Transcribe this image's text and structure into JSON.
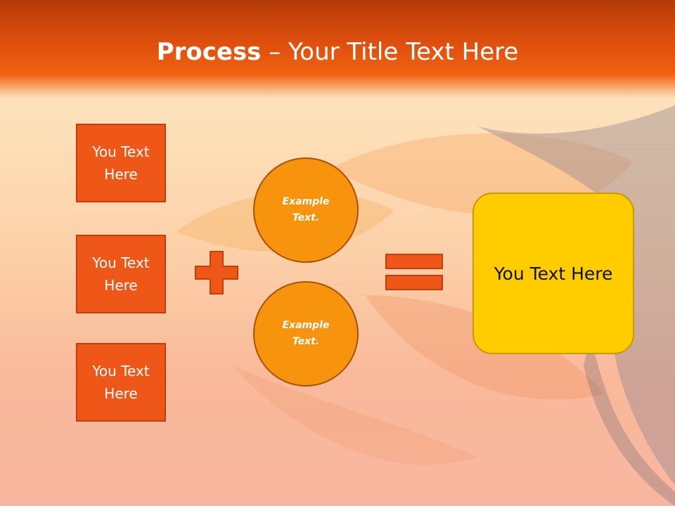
{
  "title": {
    "bold": "Process",
    "rest": " – Your Title Text Here"
  },
  "input_boxes": [
    {
      "text": "You Text Here"
    },
    {
      "text": "You Text Here"
    },
    {
      "text": "You Text Here"
    }
  ],
  "circles": [
    {
      "text": "Example Text."
    },
    {
      "text": "Example Text."
    }
  ],
  "result": {
    "text": "You Text Here"
  },
  "operators": {
    "plus": "plus-icon",
    "equals": "equals-icon"
  },
  "colors": {
    "title_bar": "#e0500e",
    "box_fill": "#ee5718",
    "circle_fill": "#f7930d",
    "result_fill": "#ffcc00",
    "operator": "#ee5718"
  }
}
